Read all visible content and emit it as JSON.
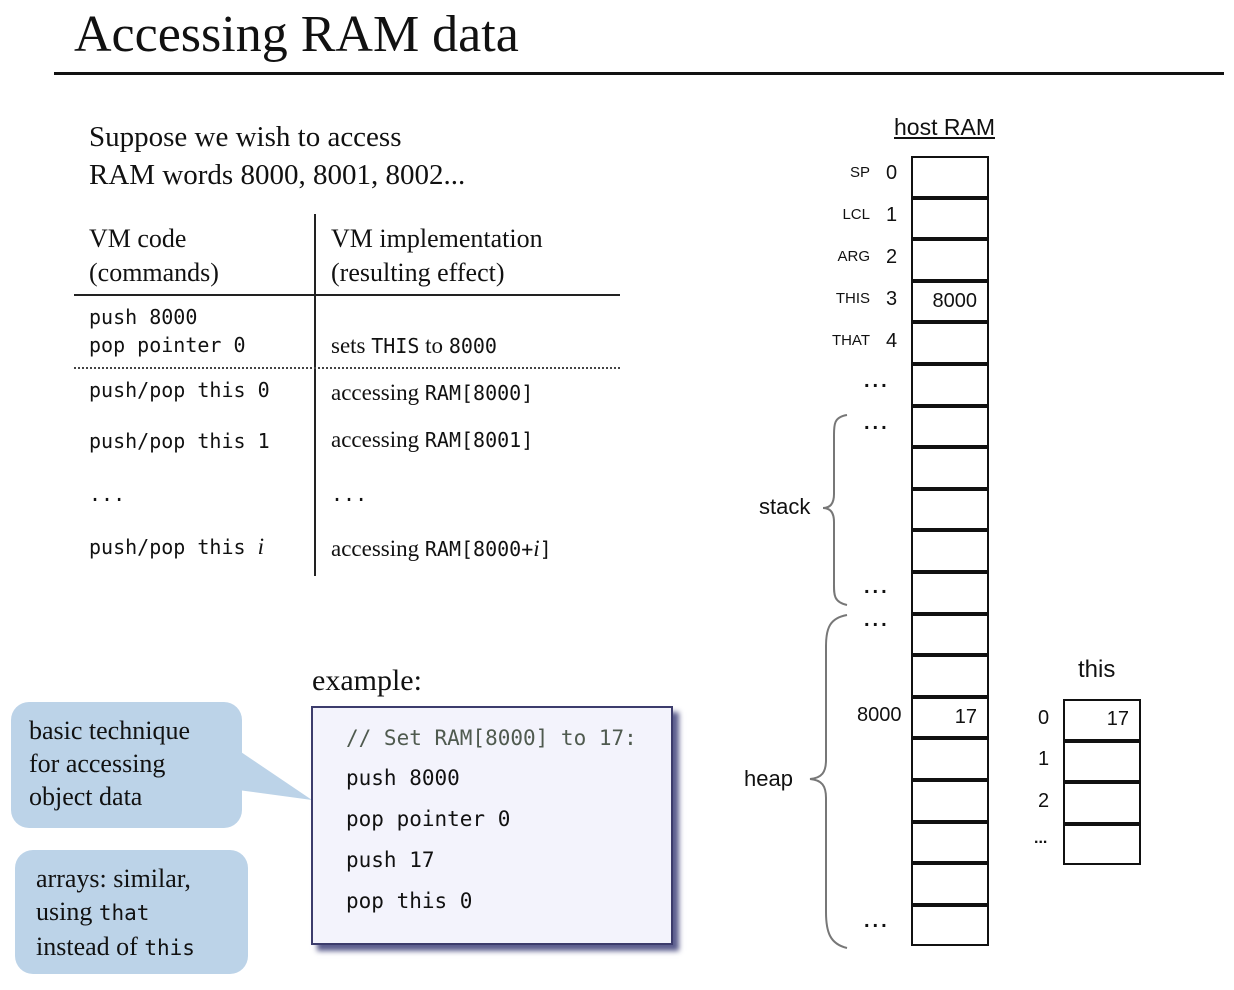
{
  "slide": {
    "title": "Accessing RAM data",
    "intro_lines": [
      "Suppose we wish to access",
      "RAM words 8000, 8001, 8002..."
    ]
  },
  "table": {
    "headers": {
      "code": [
        "VM code",
        "(commands)"
      ],
      "impl": [
        "VM implementation",
        "(resulting effect)"
      ]
    },
    "setup": {
      "code": [
        "push 8000",
        "pop pointer 0"
      ],
      "impl_text": "sets ",
      "impl_mono": "THIS",
      "impl_text2": " to ",
      "impl_mono2": "8000"
    },
    "rows": [
      {
        "code": "push/pop this 0",
        "impl_text": "accessing ",
        "impl_mono": "RAM[8000]"
      },
      {
        "code": "push/pop this 1",
        "impl_text": "accessing ",
        "impl_mono": "RAM[8001]"
      },
      {
        "code": "...",
        "impl_text": "...",
        "impl_mono": ""
      },
      {
        "code": "push/pop this ",
        "code_italic": "i",
        "impl_text": "accessing ",
        "impl_mono": "RAM[8000+",
        "impl_italic": "i",
        "impl_mono_end": "]"
      }
    ]
  },
  "callouts": {
    "technique": [
      "basic technique",
      "for accessing",
      "object data"
    ],
    "arrays": {
      "line1": "arrays: similar,",
      "line2_text": "using ",
      "line2_mono": "that",
      "line3_text": "instead of ",
      "line3_mono": "this"
    }
  },
  "example": {
    "label": "example:",
    "comment": "// Set RAM[8000] to 17:",
    "lines": [
      "push 8000",
      "pop pointer 0",
      "push 17",
      "pop this 0"
    ]
  },
  "host_ram": {
    "title": "host RAM",
    "registers": [
      {
        "name": "SP",
        "index": "0",
        "value": ""
      },
      {
        "name": "LCL",
        "index": "1",
        "value": ""
      },
      {
        "name": "ARG",
        "index": "2",
        "value": ""
      },
      {
        "name": "THIS",
        "index": "3",
        "value": "8000"
      },
      {
        "name": "THAT",
        "index": "4",
        "value": ""
      }
    ],
    "ellipsis": "...",
    "stack_label": "stack",
    "heap_label": "heap",
    "heap_address": "8000",
    "heap_value": "17",
    "cell_count": 19
  },
  "this_segment": {
    "title": "this",
    "indices": [
      "0",
      "1",
      "2",
      "..."
    ],
    "values": [
      "17",
      "",
      "",
      ""
    ]
  },
  "colors": {
    "callout_bg": "#bcd3e8",
    "example_bg": "#f3f3fc",
    "example_border": "#3c3c6c",
    "comment": "#4f5a4f"
  }
}
